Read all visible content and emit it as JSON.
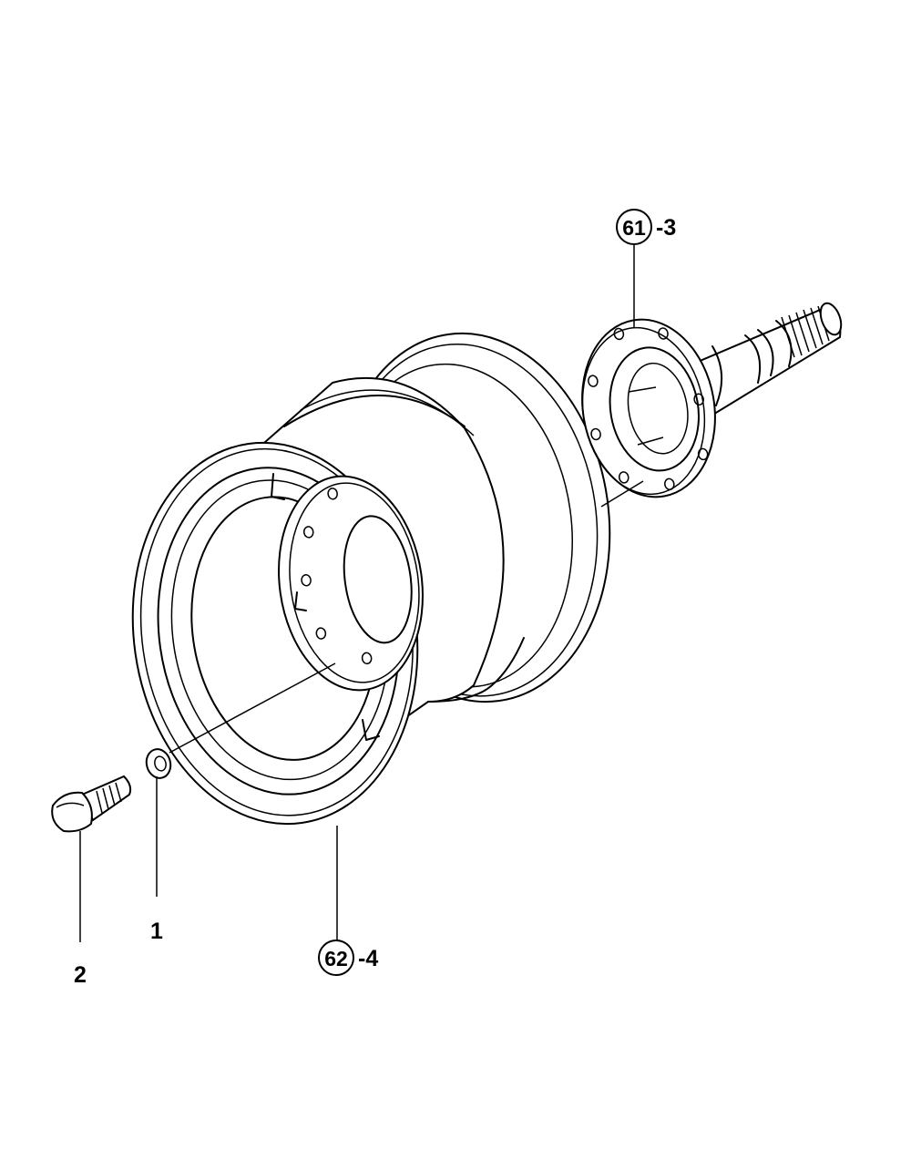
{
  "callouts": {
    "item_1": {
      "number": "1"
    },
    "item_2": {
      "number": "2"
    },
    "group_61": {
      "number": "61",
      "suffix": "-3"
    },
    "group_62": {
      "number": "62",
      "suffix": "-4"
    }
  }
}
